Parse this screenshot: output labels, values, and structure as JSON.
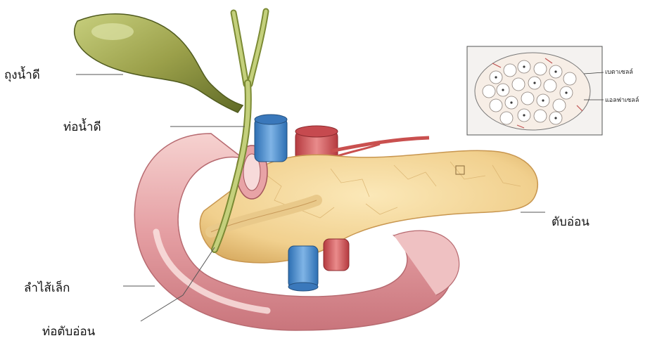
{
  "labels": {
    "gallbladder": "ถุงน้ำดี",
    "bile_duct": "ท่อน้ำดี",
    "pancreas": "ตับอ่อน",
    "small_intestine": "ลำไส้เล็ก",
    "pancreatic_duct": "ท่อตับอ่อน"
  },
  "inset": {
    "label_top": "เบตาเซลล์",
    "label_bottom": "แอลฟาเซลล์"
  },
  "colors": {
    "gallbladder": "#9aa14a",
    "bile_duct": "#b9c870",
    "pancreas": "#f2d79a",
    "intestine": "#e8aeb0",
    "vein": "#4a8fd0",
    "artery": "#d85a5a"
  }
}
